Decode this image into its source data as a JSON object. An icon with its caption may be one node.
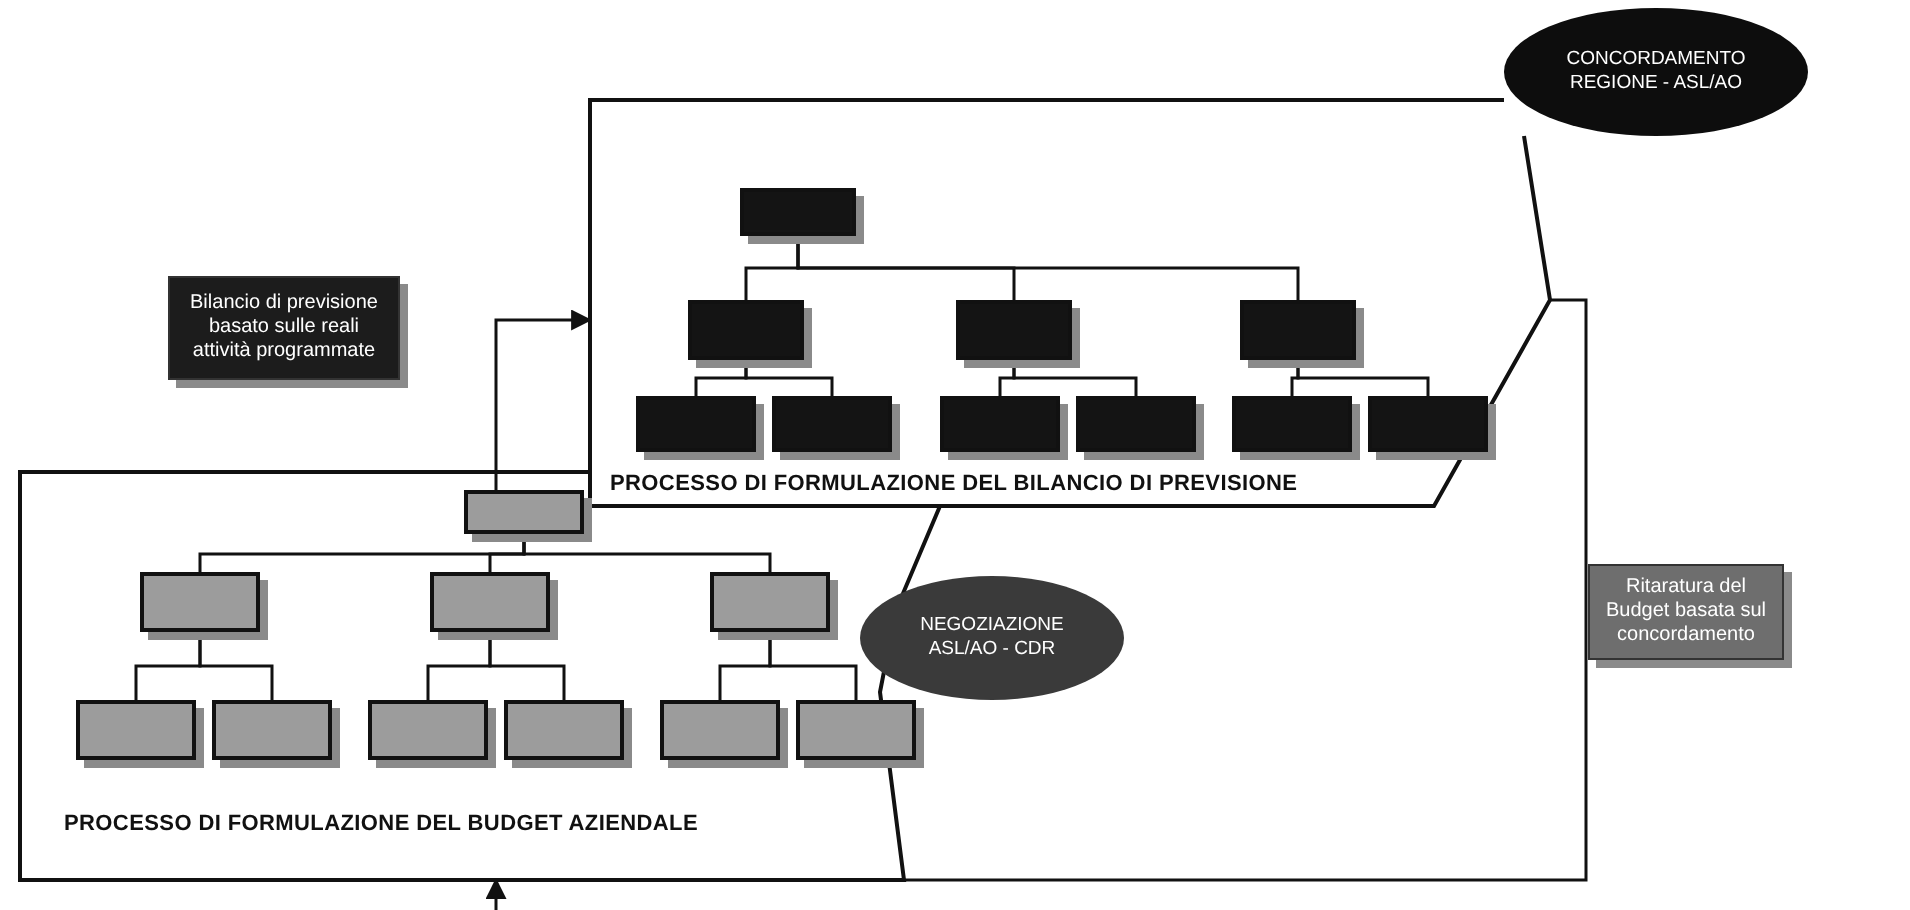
{
  "diagram": {
    "nodes": [
      {
        "text": [
          "PROCESSO DI FORMULAZIONE DEL BILANCIO DI PREVISIONE"
        ]
      },
      {
        "text": [
          "CONCORDAMENTO REGIONE - ASL/AO"
        ]
      },
      {
        "text": [],
        "shape": "box",
        "in": 0
      },
      {
        "text": [],
        "shape": "box",
        "in": 0
      },
      {
        "text": [],
        "shape": "box",
        "in": 0
      },
      {
        "text": [],
        "shape": "box",
        "in": 0
      },
      {
        "text": [],
        "shape": "box",
        "in": 0
      },
      {
        "text": [],
        "shape": "box",
        "in": 0
      },
      {
        "text": [],
        "shape": "box",
        "in": 0
      },
      {
        "text": [],
        "shape": "box",
        "in": 0
      },
      {
        "text": [],
        "shape": "box",
        "in": 0
      },
      {
        "text": [],
        "shape": "box",
        "in": 0
      },
      {
        "text": [
          "Bilancio di previsione basato sulle reali attività programmate"
        ]
      },
      {
        "text": [
          "PROCESSO DI FORMULAZIONE DEL BUDGET AZIENDALE"
        ]
      },
      {
        "text": [
          "NEGOZIAZIONE ASL/AO - CDR"
        ]
      },
      {
        "text": [],
        "shape": "box",
        "in": 13
      },
      {
        "text": [],
        "shape": "box",
        "in": 13
      },
      {
        "text": [],
        "shape": "box",
        "in": 13
      },
      {
        "text": [],
        "shape": "box",
        "in": 13
      },
      {
        "text": [],
        "shape": "box",
        "in": 13
      },
      {
        "text": [],
        "shape": "box",
        "in": 13
      },
      {
        "text": [],
        "shape": "box",
        "in": 13
      },
      {
        "text": [],
        "shape": "box",
        "in": 13
      },
      {
        "text": [],
        "shape": "box",
        "in": 13
      },
      {
        "text": [],
        "shape": "box",
        "in": 13
      },
      {
        "text": [
          "Ritaratura del Budget basata sul concordamento"
        ]
      }
    ],
    "edges": [
      {
        "from": 2,
        "to": 3,
        "arrow": "none"
      },
      {
        "from": 2,
        "to": 4,
        "arrow": "none"
      },
      {
        "from": 2,
        "to": 5,
        "arrow": "none"
      },
      {
        "from": 3,
        "to": 6,
        "arrow": "none"
      },
      {
        "from": 3,
        "to": 7,
        "arrow": "none"
      },
      {
        "from": 4,
        "to": 8,
        "arrow": "none"
      },
      {
        "from": 4,
        "to": 9,
        "arrow": "none"
      },
      {
        "from": 5,
        "to": 10,
        "arrow": "none"
      },
      {
        "from": 5,
        "to": 11,
        "arrow": "none"
      },
      {
        "from": 15,
        "to": 16,
        "arrow": "none"
      },
      {
        "from": 15,
        "to": 17,
        "arrow": "none"
      },
      {
        "from": 15,
        "to": 18,
        "arrow": "none"
      },
      {
        "from": 16,
        "to": 19,
        "arrow": "none"
      },
      {
        "from": 16,
        "to": 20,
        "arrow": "none"
      },
      {
        "from": 17,
        "to": 21,
        "arrow": "none"
      },
      {
        "from": 17,
        "to": 22,
        "arrow": "none"
      },
      {
        "from": 18,
        "to": 23,
        "arrow": "none"
      },
      {
        "from": 18,
        "to": 24,
        "arrow": "none"
      },
      {
        "from": 15,
        "to": 0,
        "arrow": "to"
      },
      {
        "from": null,
        "to": 13,
        "arrow": "to"
      },
      {
        "from": 0,
        "to": 13,
        "arrow": "none"
      }
    ]
  }
}
